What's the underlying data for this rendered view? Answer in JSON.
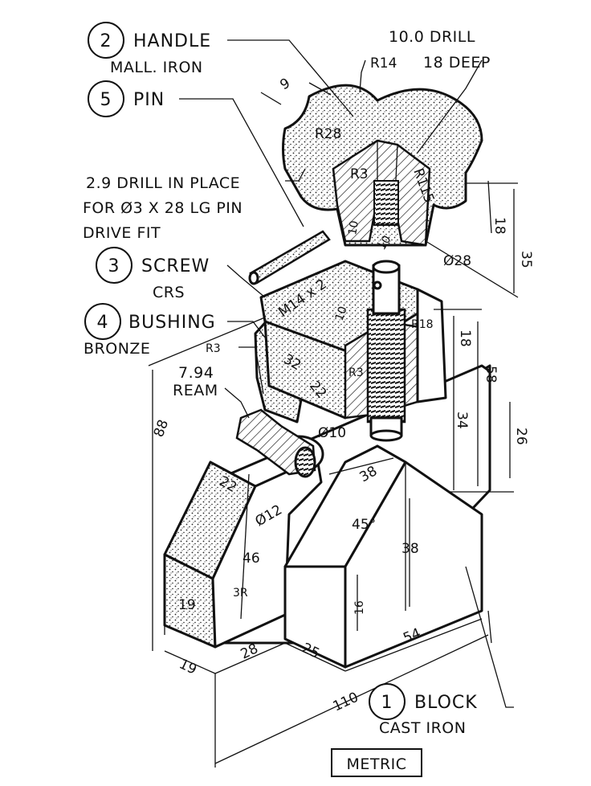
{
  "parts": [
    {
      "number": "2",
      "name": "HANDLE",
      "material": "MALL. IRON"
    },
    {
      "number": "5",
      "name": "PIN",
      "material": ""
    },
    {
      "number": "3",
      "name": "SCREW",
      "material": "CRS"
    },
    {
      "number": "4",
      "name": "BUSHING",
      "material": "BRONZE"
    },
    {
      "number": "1",
      "name": "BLOCK",
      "material": "CAST IRON"
    }
  ],
  "notes": {
    "drill": "10.0 DRILL",
    "deep": "18 DEEP",
    "pin_line1": "2.9 DRILL IN PLACE",
    "pin_line2": "FOR Ø3 X 28 LG PIN",
    "pin_line3": "DRIVE FIT",
    "ream_line1": "7.94",
    "ream_line2": "REAM",
    "thread": "M14 x 2",
    "units": "METRIC"
  },
  "dimensions": {
    "r14": "R14",
    "d9": "9",
    "r28": "R28",
    "r3a": "R3",
    "r115": "R115",
    "d10a": "10",
    "d10b": "10",
    "d18a": "18",
    "d35": "35",
    "dia28": "Ø28",
    "d10c": "10",
    "r18": "R18",
    "d18b": "18",
    "d58": "58",
    "r3b": "R3",
    "d32": "32",
    "d22a": "22",
    "r3c": "R3",
    "d34": "34",
    "dia10": "Ø10",
    "d26": "26",
    "d88": "88",
    "d38a": "38",
    "d45": "45°",
    "d38b": "38",
    "d22b": "22",
    "dia12": "Ø12",
    "d46": "46",
    "r3d": "3R",
    "d19a": "19",
    "d16": "16",
    "d19b": "19",
    "d28": "28",
    "d25": "25",
    "d54": "54",
    "d110": "110"
  }
}
